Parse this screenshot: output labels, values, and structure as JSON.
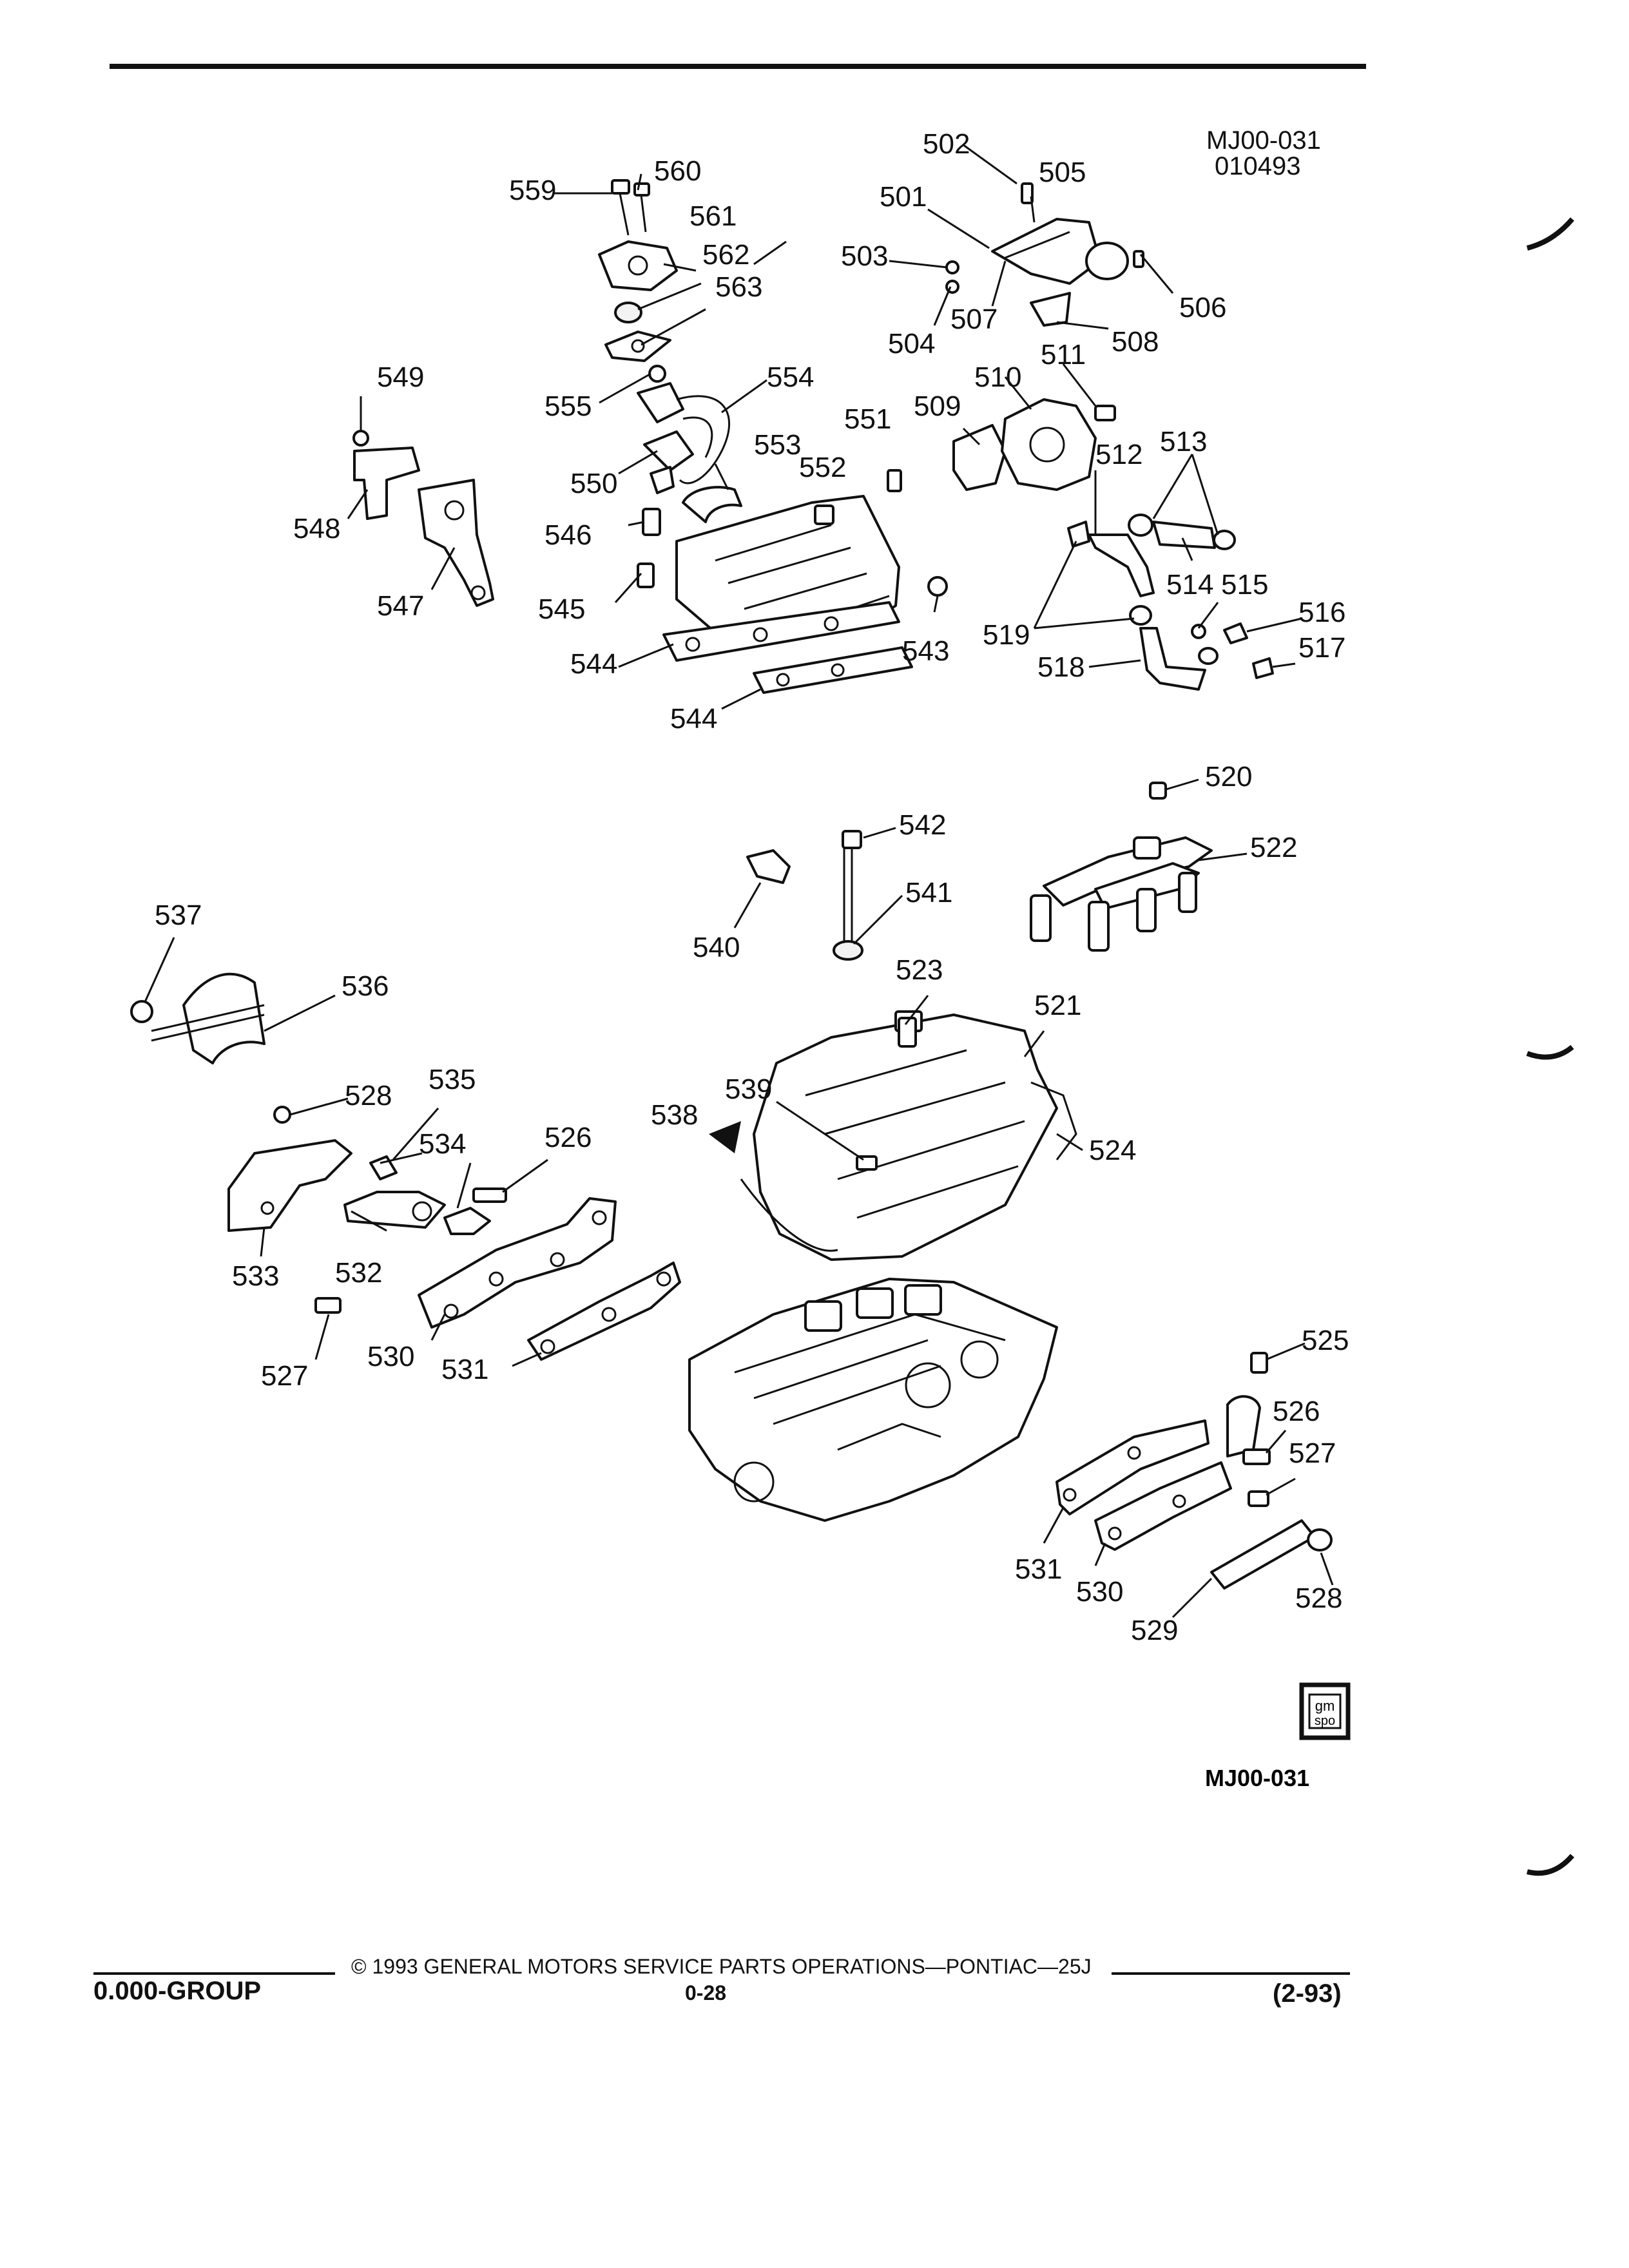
{
  "header": {
    "figure_code": "MJ00-031",
    "date_code": "010493"
  },
  "callouts": {
    "c501": "501",
    "c502": "502",
    "c503": "503",
    "c504": "504",
    "c505": "505",
    "c506": "506",
    "c507": "507",
    "c508": "508",
    "c509": "509",
    "c510": "510",
    "c511": "511",
    "c512": "512",
    "c513": "513",
    "c514": "514",
    "c515": "515",
    "c516": "516",
    "c517": "517",
    "c518": "518",
    "c519": "519",
    "c520": "520",
    "c521": "521",
    "c522": "522",
    "c523": "523",
    "c524": "524",
    "c525": "525",
    "c526_left": "526",
    "c526_right": "526",
    "c527_left": "527",
    "c527_right": "527",
    "c528_left": "528",
    "c528_right": "528",
    "c529": "529",
    "c530_left": "530",
    "c530_right": "530",
    "c531_left": "531",
    "c531_right": "531",
    "c532": "532",
    "c533": "533",
    "c534": "534",
    "c535": "535",
    "c536": "536",
    "c537": "537",
    "c538": "538",
    "c539": "539",
    "c540": "540",
    "c541": "541",
    "c542": "542",
    "c543": "543",
    "c544_a": "544",
    "c544_b": "544",
    "c545": "545",
    "c546": "546",
    "c547": "547",
    "c548": "548",
    "c549": "549",
    "c550": "550",
    "c551": "551",
    "c552": "552",
    "c553": "553",
    "c554": "554",
    "c555": "555",
    "c559": "559",
    "c560": "560",
    "c561": "561",
    "c562": "562",
    "c563": "563"
  },
  "logo": {
    "line1": "gm",
    "line2": "spo"
  },
  "figure_ref": "MJ00-031",
  "footer": {
    "copyright": "© 1993 GENERAL MOTORS SERVICE PARTS OPERATIONS—PONTIAC—25J",
    "group": "0.000-GROUP",
    "page": "0-28",
    "revision": "(2-93)"
  }
}
